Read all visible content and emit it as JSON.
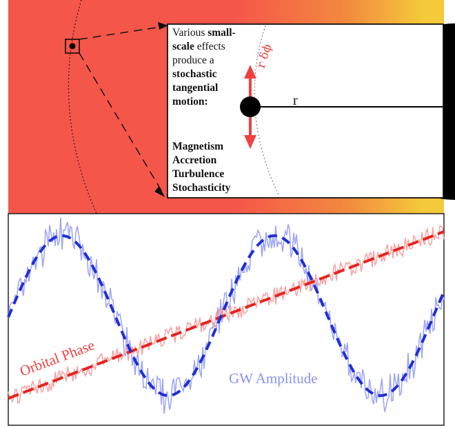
{
  "callout": {
    "line1_a": "Various ",
    "line1_b": "small-",
    "line2_a": "scale",
    "line2_b": " effects",
    "line3": "produce a",
    "line4": "stochastic",
    "line5": "tangential",
    "line6": "motion:",
    "effects": [
      "Magnetism",
      "Accretion",
      "Turbulence",
      "Stochasticity"
    ]
  },
  "labels": {
    "tangential_step": "r δϕ",
    "radius": "r",
    "orbital_phase": "Orbital Phase",
    "gw_amplitude": "GW Amplitude"
  },
  "colors": {
    "disk_inner": "#f4c93a",
    "disk_outer": "#f4564a",
    "black_hole": "#000000",
    "arrow": "#f0413f",
    "phase_line": "#e6231f",
    "phase_noise": "#f6a5a5",
    "amplitude_line": "#1f2ed6",
    "amplitude_noise": "#9fa6f2"
  }
}
